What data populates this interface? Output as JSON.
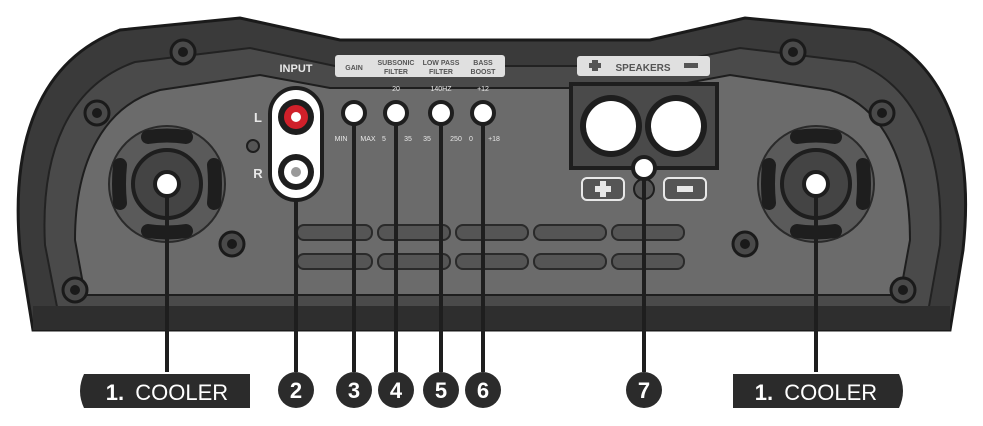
{
  "panel": {
    "input_label": "INPUT",
    "channel_left": "L",
    "channel_right": "R",
    "speakers_label": "SPEAKERS",
    "controls": [
      {
        "name": "gain",
        "header": "GAIN",
        "header_line2": "",
        "top_value": "",
        "scale_left": "MIN",
        "scale_right": "MAX"
      },
      {
        "name": "subsonic-filter",
        "header": "SUBSONIC",
        "header_line2": "FILTER",
        "top_value": "20",
        "scale_left": "5",
        "scale_right": "35"
      },
      {
        "name": "low-pass-filter",
        "header": "LOW PASS",
        "header_line2": "FILTER",
        "top_value": "140HZ",
        "scale_left": "35",
        "scale_right": "250"
      },
      {
        "name": "bass-boost",
        "header": "BASS",
        "header_line2": "BOOST",
        "top_value": "+12",
        "scale_left": "0",
        "scale_right": "+18"
      }
    ]
  },
  "callouts": [
    {
      "id": "cooler-left",
      "text_num": "1.",
      "text_label": "COOLER"
    },
    {
      "id": "input",
      "number": "2"
    },
    {
      "id": "gain",
      "number": "3"
    },
    {
      "id": "subsonic",
      "number": "4"
    },
    {
      "id": "lowpass",
      "number": "5"
    },
    {
      "id": "bass",
      "number": "6"
    },
    {
      "id": "speakers",
      "number": "7"
    },
    {
      "id": "cooler-right",
      "text_num": "1.",
      "text_label": "COOLER"
    }
  ],
  "colors": {
    "body_dark": "#3a3a3a",
    "panel": "#6b6b6b",
    "outline": "#1e1e1e",
    "rca_red": "#d0202a",
    "label_bg": "#2b2b2b",
    "silkscreen": "#e8e8e8"
  }
}
